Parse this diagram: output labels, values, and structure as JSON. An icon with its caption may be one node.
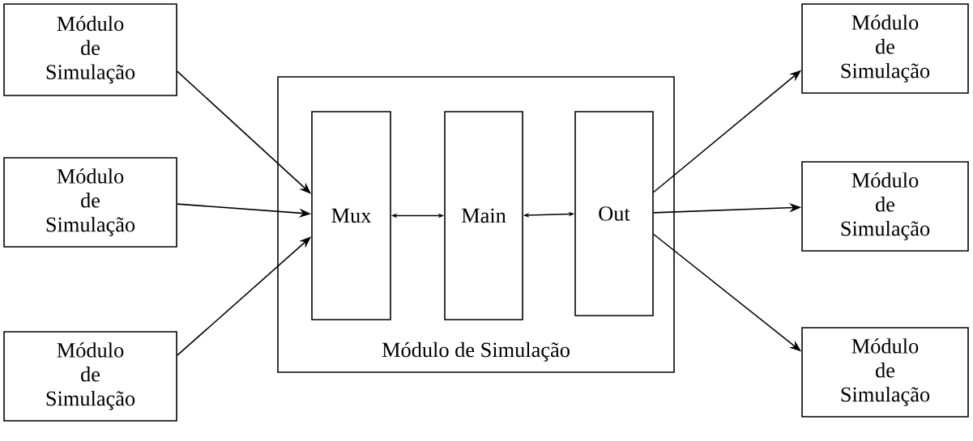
{
  "diagram": {
    "nodes": [
      {
        "text": [
          "Módulo de Simulação"
        ]
      },
      {
        "text": [
          "Módulo de Simulação"
        ]
      },
      {
        "text": [
          "Módulo de Simulação"
        ]
      },
      {
        "text": [
          "Módulo de Simulação"
        ]
      },
      {
        "text": [
          "Mux"
        ],
        "in": 3
      },
      {
        "text": [
          "Main"
        ],
        "in": 3
      },
      {
        "text": [
          "Out"
        ],
        "in": 3
      },
      {
        "text": [
          "Módulo de Simulação"
        ]
      },
      {
        "text": [
          "Módulo de Simulação"
        ]
      },
      {
        "text": [
          "Módulo de Simulação"
        ]
      }
    ],
    "edges": [
      {
        "from": 0,
        "to": 4,
        "arrow": "to"
      },
      {
        "from": 1,
        "to": 4,
        "arrow": "to"
      },
      {
        "from": 2,
        "to": 4,
        "arrow": "to"
      },
      {
        "from": 4,
        "to": 5,
        "arrow": "both"
      },
      {
        "from": 5,
        "to": 6,
        "arrow": "both"
      },
      {
        "from": 6,
        "to": 7,
        "arrow": "to"
      },
      {
        "from": 6,
        "to": 8,
        "arrow": "to"
      },
      {
        "from": 6,
        "to": 9,
        "arrow": "to"
      }
    ]
  }
}
